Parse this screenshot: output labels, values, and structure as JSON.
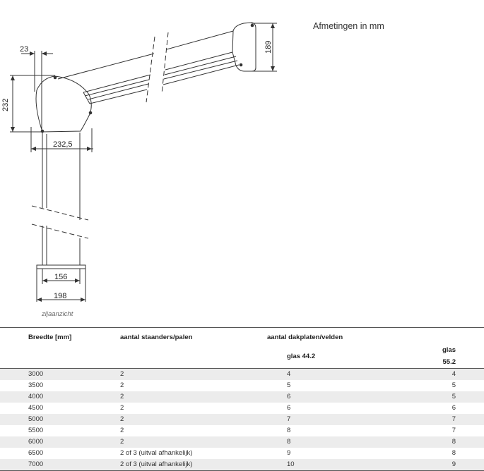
{
  "header": {
    "units_label": "Afmetingen in mm"
  },
  "drawing": {
    "dimensions": {
      "top_offset": "23",
      "head_height": "232",
      "head_width": "232,5",
      "gutter_height": "189",
      "post_width": "156",
      "base_width": "198"
    },
    "caption": "zijaanzicht"
  },
  "table": {
    "headers": {
      "width": "Breedte [mm]",
      "posts": "aantal staanders/palen",
      "panels": "aantal dakplaten/velden",
      "glass_a": "glas 44.2",
      "glass_b": "glas 55.2"
    },
    "rows": [
      {
        "width": "3000",
        "posts": "2",
        "glass_a": "4",
        "glass_b": "4"
      },
      {
        "width": "3500",
        "posts": "2",
        "glass_a": "5",
        "glass_b": "5"
      },
      {
        "width": "4000",
        "posts": "2",
        "glass_a": "6",
        "glass_b": "5"
      },
      {
        "width": "4500",
        "posts": "2",
        "glass_a": "6",
        "glass_b": "6"
      },
      {
        "width": "5000",
        "posts": "2",
        "glass_a": "7",
        "glass_b": "7"
      },
      {
        "width": "5500",
        "posts": "2",
        "glass_a": "8",
        "glass_b": "7"
      },
      {
        "width": "6000",
        "posts": "2",
        "glass_a": "8",
        "glass_b": "8"
      },
      {
        "width": "6500",
        "posts": "2 of 3 (uitval afhankelijk)",
        "glass_a": "9",
        "glass_b": "8"
      },
      {
        "width": "7000",
        "posts": "2 of 3 (uitval afhankelijk)",
        "glass_a": "10",
        "glass_b": "9"
      }
    ]
  }
}
